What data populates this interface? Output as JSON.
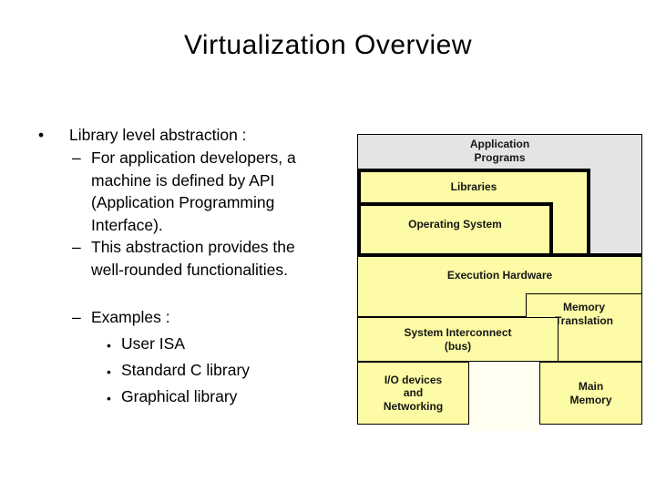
{
  "title": "Virtualization Overview",
  "content": {
    "bullet_marker": "•",
    "dash_marker": "–",
    "item1": "Library level abstraction :",
    "item1_sub1": "For application developers, a\nmachine is defined by API\n(Application Programming\nInterface).",
    "item1_sub2": "This abstraction provides the\nwell-rounded functionalities.",
    "item1_sub3": "Examples :",
    "examples": [
      "User ISA",
      "Standard C library",
      "Graphical library"
    ]
  },
  "diagram": {
    "app_programs": "Application\nPrograms",
    "libraries": "Libraries",
    "operating_system": "Operating System",
    "execution_hardware": "Execution Hardware",
    "memory_translation": "Memory\nTranslation",
    "system_interconnect": "System Interconnect\n(bus)",
    "io_devices": "I/O devices\nand\nNetworking",
    "main_memory": "Main\nMemory"
  },
  "colors": {
    "box_yellow": "#fdfba5",
    "box_gray": "#e4e4e4",
    "diagram_bg_cream": "#fffef0",
    "border_black": "#000000",
    "text": "#000000"
  }
}
